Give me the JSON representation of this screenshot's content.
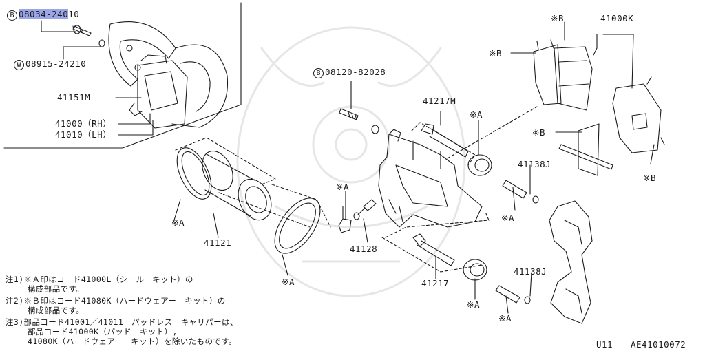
{
  "labels": {
    "bolt_prefix": "B",
    "bolt_part_hl": "08034-240",
    "bolt_part_rest": "10",
    "washer_prefix": "W",
    "washer_part": "08915-24210",
    "part_41151m": "41151M",
    "part_41000_rh": "41000（RH）",
    "part_41010_lh": "41010（LH）",
    "bleeder_prefix": "B",
    "bleeder_part": "08120-82028",
    "part_41217m": "41217M",
    "part_41000k": "41000K",
    "part_41138j_top": "41138J",
    "part_41138j_bottom": "41138J",
    "part_41121": "41121",
    "part_41128": "41128",
    "part_41217": "41217",
    "mark_a": "※A",
    "mark_b": "※B"
  },
  "notes": {
    "note1_line1": "注1)※Ａ印はコード41000L（シール　キット）の",
    "note1_line2": "構成部品です。",
    "note2_line1": "注2)※Ｂ印はコード41080K（ハードウェアー　キット）の",
    "note2_line2": "構成部品です。",
    "note3_line1": "注3)部品コード41001／41011　パッドレス　キャリパーは、",
    "note3_line2": "部品コード41000K（パッド　キット）,",
    "note3_line3": "41080K（ハードウェアー　キット）を除いたものです。"
  },
  "footer": {
    "model": "U11",
    "diagram_code": "AE41010072"
  },
  "colors": {
    "ink": "#1a1a1a",
    "highlight": "#9aa6e8",
    "watermark": "#e6e6e6"
  }
}
